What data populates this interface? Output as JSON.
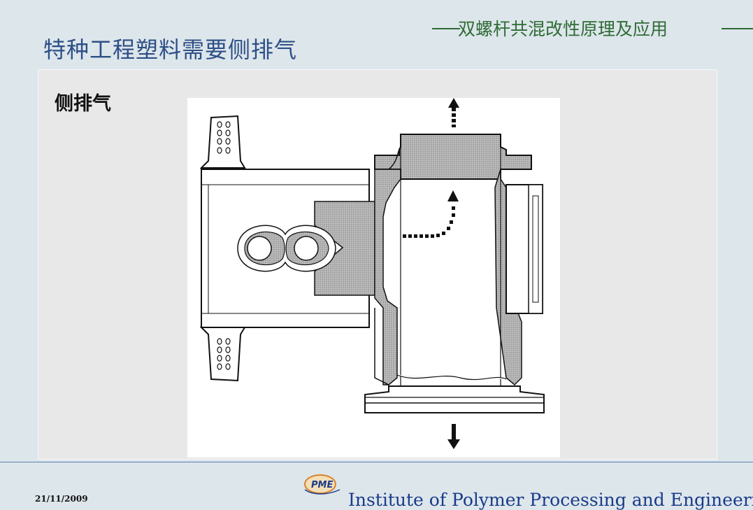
{
  "header": {
    "title": "特种工程塑料需要侧排气",
    "subtitle": "双螺杆共混改性原理及应用"
  },
  "content": {
    "heading": "侧排气"
  },
  "figure": {
    "icons": [
      "vent-arrow-up",
      "vent-arrow-down",
      "melt-flow-arrow",
      "twin-screw-cross-section"
    ]
  },
  "footer": {
    "date": "21/11/2009",
    "logo_text": "PME",
    "institute": "Institute of Polymer Processing and Engineering"
  },
  "colors": {
    "title_blue": "#2d4f86",
    "subtitle_green": "#2f6b35",
    "background": "#dde6eb",
    "panel": "#e8e8e8"
  }
}
